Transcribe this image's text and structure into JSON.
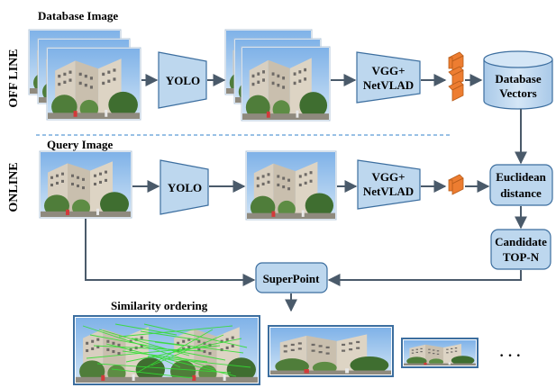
{
  "side_labels": {
    "offline": "OFF LINE",
    "online": "ONLINE"
  },
  "titles": {
    "database_image": "Database Image",
    "query_image": "Query Image",
    "similarity_ordering": "Similarity ordering"
  },
  "nodes": {
    "yolo_offline": "YOLO",
    "yolo_online": "YOLO",
    "vgg_offline_line1": "VGG+",
    "vgg_offline_line2": "NetVLAD",
    "vgg_online_line1": "VGG+",
    "vgg_online_line2": "NetVLAD",
    "database_vectors_line1": "Database",
    "database_vectors_line2": "Vectors",
    "euclidean_line1": "Euclidean",
    "euclidean_line2": "distance",
    "candidate_line1": "Candidate",
    "candidate_line2": "TOP-N",
    "superpoint": "SuperPoint"
  },
  "ellipsis": "· · ·",
  "colors": {
    "box_fill": "#bdd7ee",
    "box_stroke": "#3c6e9f",
    "arrow": "#4a5a6a",
    "feature": "#ed7d31",
    "divider": "#5b9bd5",
    "match_lines": "#33dd33"
  }
}
